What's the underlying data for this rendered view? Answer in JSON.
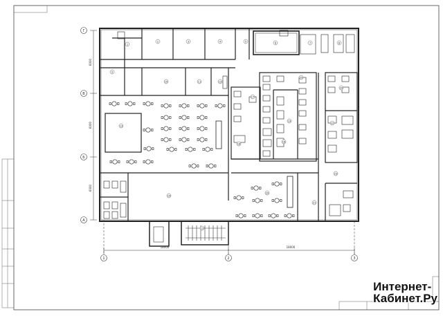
{
  "plan": {
    "axes": {
      "horizontal": [
        "1",
        "2",
        "3"
      ],
      "vertical": [
        "Г",
        "В",
        "Б",
        "А"
      ]
    },
    "dims": {
      "bottom": [
        "18000",
        "18000"
      ],
      "left": [
        "6000",
        "6000",
        "6000"
      ]
    },
    "rooms": [
      "1",
      "2",
      "3",
      "4",
      "5",
      "6",
      "7",
      "8",
      "9",
      "10",
      "11",
      "12",
      "13",
      "14",
      "15",
      "16",
      "17",
      "18",
      "19",
      "20",
      "21",
      "22",
      "23",
      "24",
      "25"
    ],
    "watermark": [
      "Интернет-",
      "Кабинет.Ру"
    ]
  }
}
